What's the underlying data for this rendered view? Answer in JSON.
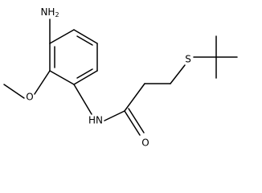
{
  "molecule": {
    "labels": {
      "amine": "NH",
      "amine_subscript": "2",
      "methoxy_oxygen": "O",
      "amide_nh": "HN",
      "carbonyl_oxygen": "O",
      "sulfur": "S"
    }
  }
}
